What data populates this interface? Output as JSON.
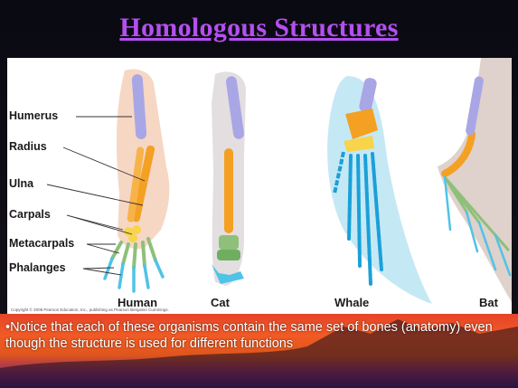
{
  "title": "Homologous Structures",
  "bone_labels": {
    "humerus": "Humerus",
    "radius": "Radius",
    "ulna": "Ulna",
    "carpals": "Carpals",
    "metacarpals": "Metacarpals",
    "phalanges": "Phalanges"
  },
  "animals": {
    "human": "Human",
    "cat": "Cat",
    "whale": "Whale",
    "bat": "Bat"
  },
  "copyright": "Copyright © 2008 Pearson Education, Inc., publishing as Pearson Benjamin Cummings.",
  "note": "•Notice that each of these organisms contain the same set of bones (anatomy) even though the structure is used for  different functions",
  "colors": {
    "title": "#b44ff0",
    "humerus": "#a9a6e6",
    "radius_ulna": "#f4a023",
    "carpals": "#f7d44a",
    "metacarpals": "#8ec07a",
    "phalanges": "#4fc3e8"
  }
}
